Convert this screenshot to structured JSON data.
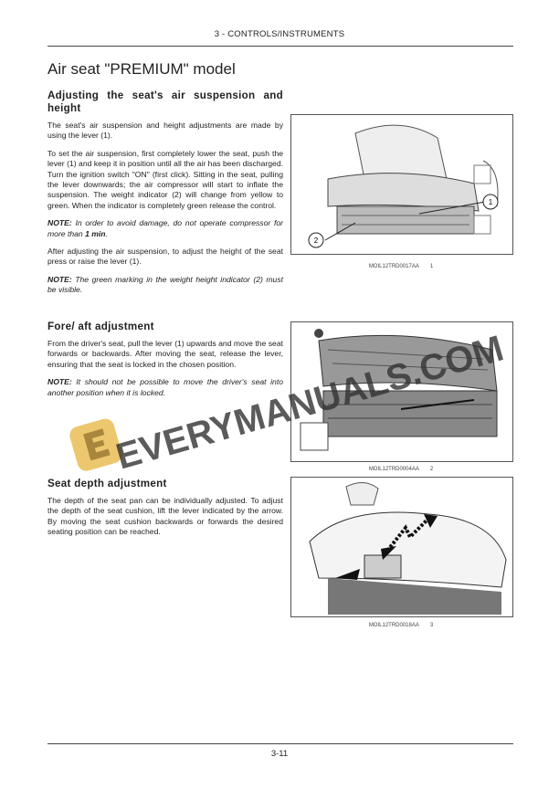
{
  "header": {
    "section": "3 - CONTROLS/INSTRUMENTS"
  },
  "page_title": "Air seat \"PREMIUM\" model",
  "sections": [
    {
      "heading": "Adjusting the seat's air suspension and height",
      "paragraphs": [
        "The seat's air suspension and height adjustments are made by using the lever (1).",
        "To set the air suspension, first completely lower the seat, push the lever (1) and keep it in position until all the air has been discharged. Turn the ignition switch \"ON\" (first click). Sitting in the seat, pulling the lever downwards; the air compressor will start to inflate the suspension. The weight indicator (2) will change from yellow to green. When the indicator is completely green release the control."
      ],
      "note1_label": "NOTE:",
      "note1_text": "In order to avoid damage, do not operate compressor for more than",
      "note1_bold": "1 min",
      "paragraph3": "After adjusting the air suspension, to adjust the height of the seat press or raise the lever (1).",
      "note2_label": "NOTE:",
      "note2_text": "The green marking in the weight height indicator (2) must be visible."
    },
    {
      "heading": "Fore/ aft adjustment",
      "paragraphs": [
        "From the driver's seat, pull the lever (1) upwards and move the seat forwards or backwards. After moving the seat, release the lever, ensuring that the seat is locked in the chosen position."
      ],
      "note_label": "NOTE:",
      "note_text": "It should not be possible to move the driver's seat into another position when it is locked."
    },
    {
      "heading": "Seat depth adjustment",
      "paragraphs": [
        "The depth of the seat pan can be individually adjusted. To adjust the depth of the seat cushion, lift the lever indicated by the arrow. By moving the seat cushion backwards or forwards the desired seating position can be reached."
      ]
    }
  ],
  "figures": [
    {
      "code": "MOIL12TRD0017AA",
      "number": "1",
      "callouts": [
        "1",
        "2"
      ]
    },
    {
      "code": "MOIL12TRD0004AA",
      "number": "2"
    },
    {
      "code": "MOIL12TRD0018AA",
      "number": "3"
    }
  ],
  "watermark": {
    "text": "EVERYMANUALS.COM",
    "logo_color": "#e8b94a"
  },
  "footer": {
    "page_number": "3-11"
  }
}
